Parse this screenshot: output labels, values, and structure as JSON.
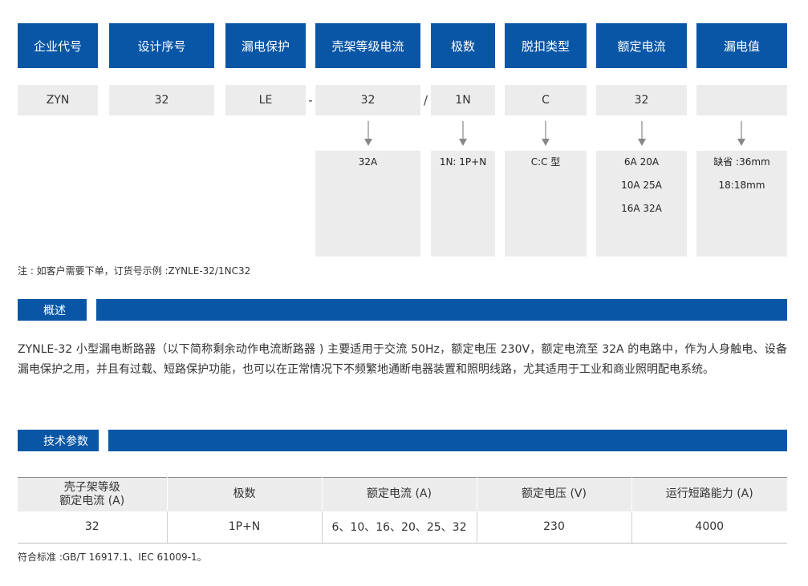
{
  "model_code": {
    "headers": [
      "企业代号",
      "设计序号",
      "漏电保护",
      "壳架等级电流",
      "极数",
      "脱扣类型",
      "额定电流",
      "漏电值"
    ],
    "values": [
      "ZYN",
      "32",
      "LE",
      "32",
      "1N",
      "C",
      "32",
      ""
    ],
    "separators": [
      "-",
      "/"
    ],
    "details": {
      "frame": [
        "32A"
      ],
      "poles": [
        "1N:  1P+N"
      ],
      "trip": [
        "C:C 型"
      ],
      "current": [
        "6A   20A",
        "10A   25A",
        "16A   32A"
      ],
      "leakage": [
        "缺省 :36mm",
        "18:18mm"
      ]
    },
    "note": "注 : 如客户需要下单，订货号示例 :ZYNLE-32/1NC32"
  },
  "overview": {
    "title": "概述",
    "text": "ZYNLE-32 小型漏电断路器（以下简称剩余动作电流断路器 ) 主要适用于交流 50Hz，额定电压 230V，额定电流至 32A 的电路中，作为人身触电、设备漏电保护之用，并且有过载、短路保护功能，也可以在正常情况下不频繁地通断电器装置和照明线路，尤其适用于工业和商业照明配电系统。"
  },
  "tech": {
    "title": "技术参数",
    "head_line1": "壳子架等级",
    "head_line2": "额定电流 (A)",
    "headers": [
      "极数",
      "额定电流 (A)",
      "额定电压 (V)",
      "运行短路能力 (A)"
    ],
    "row": [
      "32",
      "1P+N",
      "6、10、16、20、25、32",
      "230",
      "4000"
    ],
    "standard": "符合标准 :GB/T 16917.1、IEC 61009-1。"
  },
  "colors": {
    "accent": "#0a56a6",
    "cell_bg": "#ececec"
  }
}
